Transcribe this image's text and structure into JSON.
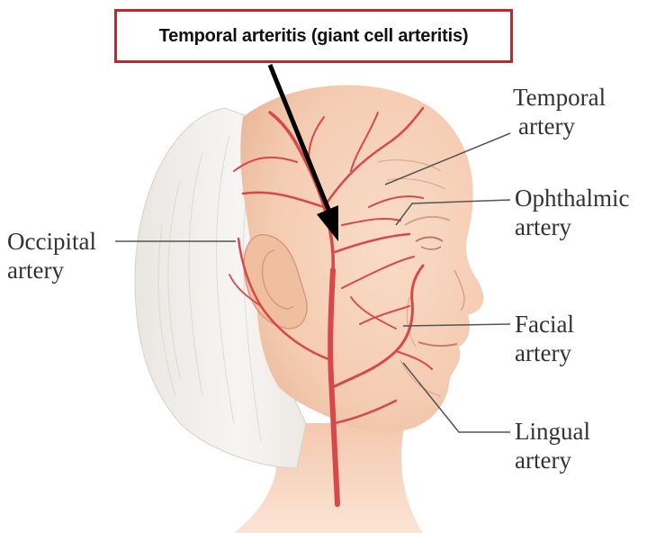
{
  "title": "Temporal arteritis (giant cell arteritis)",
  "labels": {
    "temporal": {
      "line1": "Temporal",
      "line2": "artery"
    },
    "ophthalmic": {
      "line1": "Ophthalmic",
      "line2": "artery"
    },
    "occipital": {
      "line1": "Occipital",
      "line2": "artery"
    },
    "facial": {
      "line1": "Facial",
      "line2": "artery"
    },
    "lingual": {
      "line1": "Lingual",
      "line2": "artery"
    }
  },
  "colors": {
    "title_border": "#c0282d",
    "artery": "#d8474a",
    "skin": "#f6d3bd",
    "hair": "#eeeae6",
    "arrow": "#000000",
    "leader_line": "#555555"
  }
}
